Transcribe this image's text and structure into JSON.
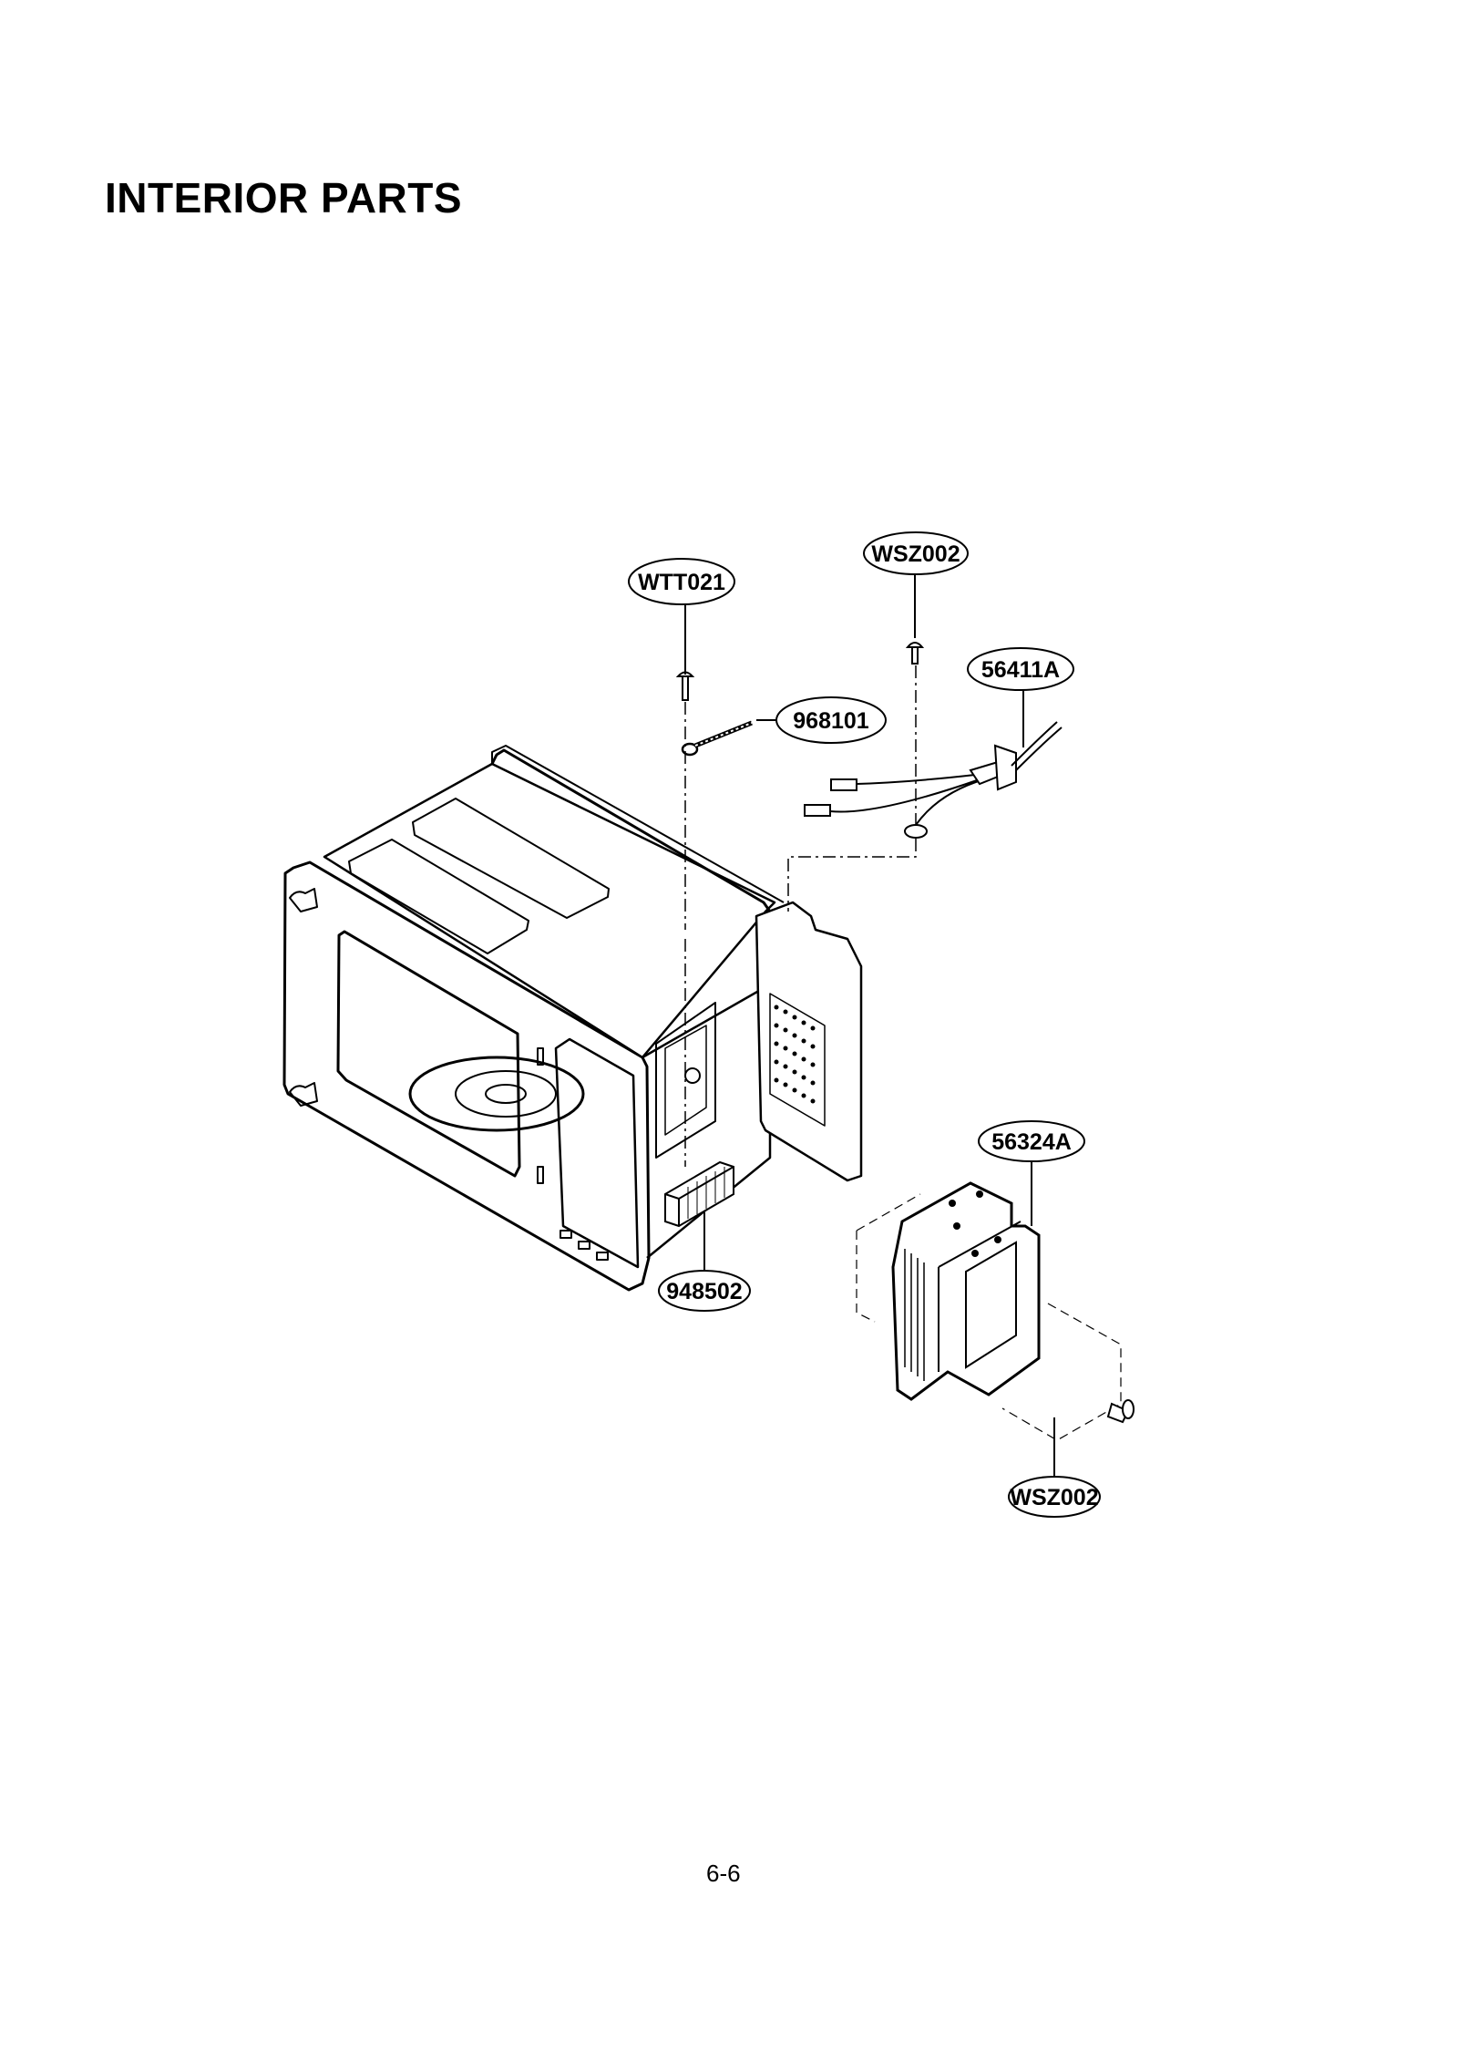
{
  "page": {
    "title": "INTERIOR PARTS",
    "page_number": "6-6"
  },
  "diagram": {
    "subject": "microwave oven cavity exploded view",
    "callouts": [
      {
        "id": "WSZ002",
        "label": "WSZ002",
        "part": "screw (top)"
      },
      {
        "id": "WTT021",
        "label": "WTT021",
        "part": "screw"
      },
      {
        "id": "56411A",
        "label": "56411A",
        "part": "wire harness with connector"
      },
      {
        "id": "968101",
        "label": "968101",
        "part": "spring / ground wire"
      },
      {
        "id": "56324A",
        "label": "56324A",
        "part": "magnetron"
      },
      {
        "id": "948502",
        "label": "948502",
        "part": "ferrite / filter block"
      },
      {
        "id": "WSZ002b",
        "label": "WSZ002",
        "part": "screw (bottom)"
      }
    ]
  }
}
